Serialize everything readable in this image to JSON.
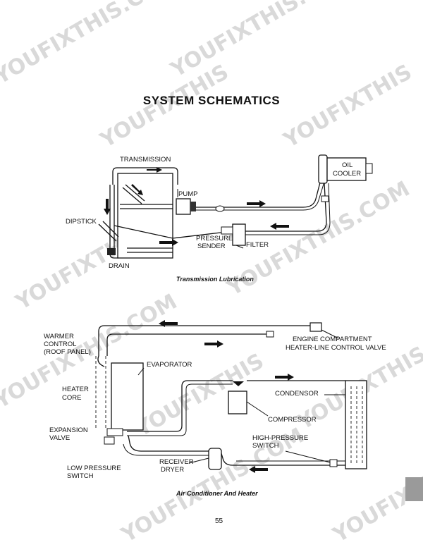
{
  "page": {
    "title": "SYSTEM SCHEMATICS",
    "page_number": "55",
    "watermark": [
      "YOUFIXTHIS.COM",
      "YOUFIXTHIS"
    ]
  },
  "transmission_diagram": {
    "caption": "Transmission Lubrication",
    "labels": {
      "transmission": "TRANSMISSION",
      "pump": "PUMP",
      "dipstick": "DIPSTICK",
      "drain": "DRAIN",
      "pressure": "PRESSURE",
      "sender": "SENDER",
      "filter": "FILTER",
      "oil": "OIL",
      "cooler": "COOLER"
    }
  },
  "ac_diagram": {
    "caption": "Air Conditioner And Heater",
    "labels": {
      "warmer": "WARMER",
      "control": "CONTROL",
      "roof_panel": "(ROOF PANEL)",
      "engine_compartment": "ENGINE COMPARTMENT",
      "heater_line_valve": "HEATER-LINE CONTROL VALVE",
      "evaporator": "EVAPORATOR",
      "heater": "HEATER",
      "core": "CORE",
      "condensor": "CONDENSOR",
      "compressor": "COMPRESSOR",
      "expansion": "EXPANSION",
      "valve": "VALVE",
      "high_pressure": "HIGH-PRESSURE",
      "switch": "SWITCH",
      "low_pressure": "LOW PRESSURE",
      "low_switch": "SWITCH",
      "receiver": "RECEIVER-",
      "dryer": "DRYER"
    }
  }
}
